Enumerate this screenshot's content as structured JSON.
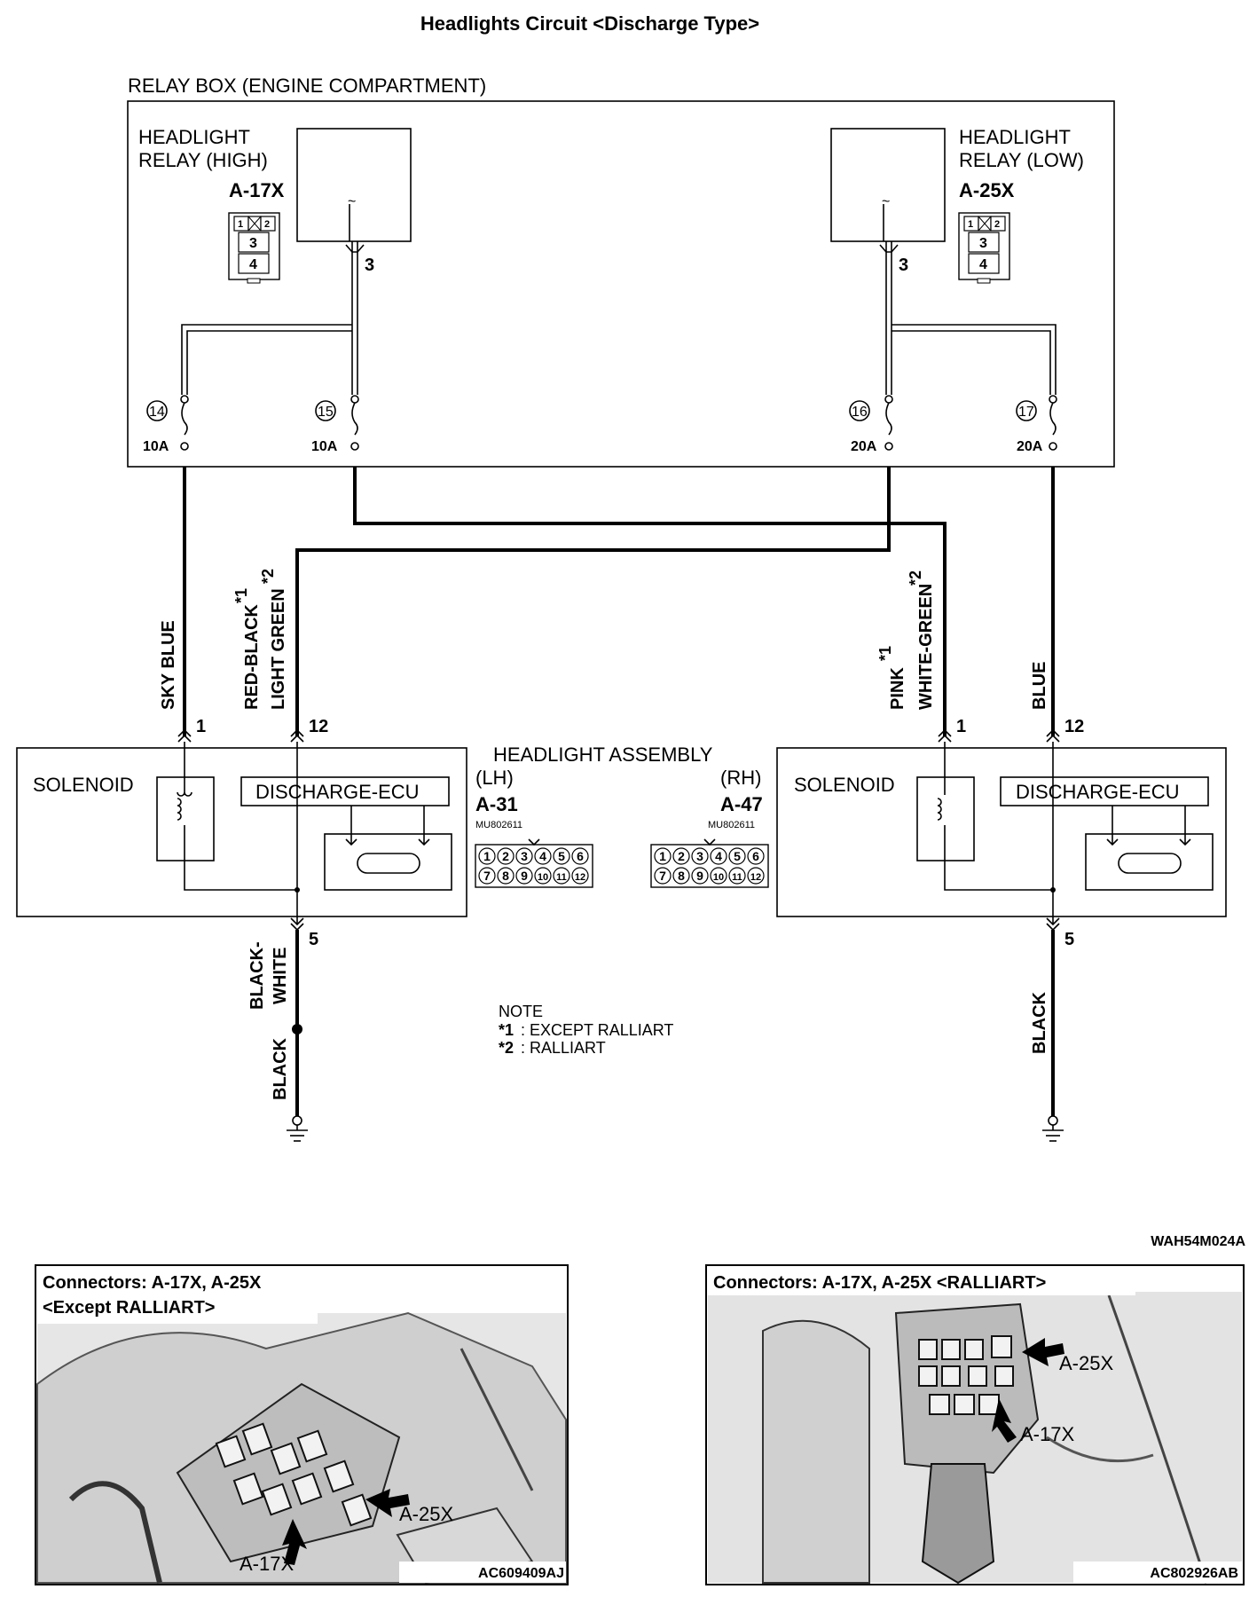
{
  "title": "Headlights Circuit <Discharge Type>",
  "relay_box": {
    "label": "RELAY BOX (ENGINE COMPARTMENT)",
    "relay_high": {
      "line1": "HEADLIGHT",
      "line2": "RELAY (HIGH)",
      "connector": "A-17X",
      "terminal": "3"
    },
    "relay_low": {
      "line1": "HEADLIGHT",
      "line2": "RELAY (LOW)",
      "connector": "A-25X",
      "terminal": "3"
    },
    "relay_symbol": "~",
    "relay_connector_pins": [
      "1",
      "2",
      "3",
      "4"
    ],
    "fuses": [
      {
        "number": "14",
        "rating": "10A"
      },
      {
        "number": "15",
        "rating": "10A"
      },
      {
        "number": "16",
        "rating": "20A"
      },
      {
        "number": "17",
        "rating": "20A"
      }
    ]
  },
  "wires": {
    "sky_blue": "SKY BLUE",
    "red_black": "RED-BLACK",
    "light_green": "LIGHT GREEN",
    "pink": "PINK",
    "white_green": "WHITE-GREEN",
    "blue": "BLUE",
    "black_white_1": "BLACK-",
    "black_white_2": "WHITE",
    "black": "BLACK"
  },
  "note_marks": {
    "star1": "*1",
    "star2": "*2"
  },
  "headlight_assembly": {
    "label": "HEADLIGHT ASSEMBLY",
    "lh": {
      "side": "(LH)",
      "connector": "A-31",
      "part": "MU802611",
      "pin_top": "1",
      "pin_top2": "12",
      "pin_ground": "5"
    },
    "rh": {
      "side": "(RH)",
      "connector": "A-47",
      "part": "MU802611",
      "pin_top": "1",
      "pin_top2": "12",
      "pin_ground": "5"
    },
    "solenoid": "SOLENOID",
    "ecu": "DISCHARGE-ECU",
    "connector_pins_row1": [
      "1",
      "2",
      "3",
      "4",
      "5",
      "6"
    ],
    "connector_pins_row2": [
      "7",
      "8",
      "9",
      "10",
      "11",
      "12"
    ]
  },
  "note": {
    "title": "NOTE",
    "line1_mark": "*1",
    "line1": ": EXCEPT RALLIART",
    "line2_mark": "*2",
    "line2": ": RALLIART"
  },
  "figure_code": "WAH54M024A",
  "photos": [
    {
      "title_line1": "Connectors: A-17X, A-25X",
      "title_line2": "<Except RALLIART>",
      "callout_a25x": "A-25X",
      "callout_a17x": "A-17X",
      "code": "AC609409AJ"
    },
    {
      "title_line1": "Connectors: A-17X, A-25X <RALLIART>",
      "callout_a25x": "A-25X",
      "callout_a17x": "A-17X",
      "code": "AC802926AB"
    }
  ]
}
